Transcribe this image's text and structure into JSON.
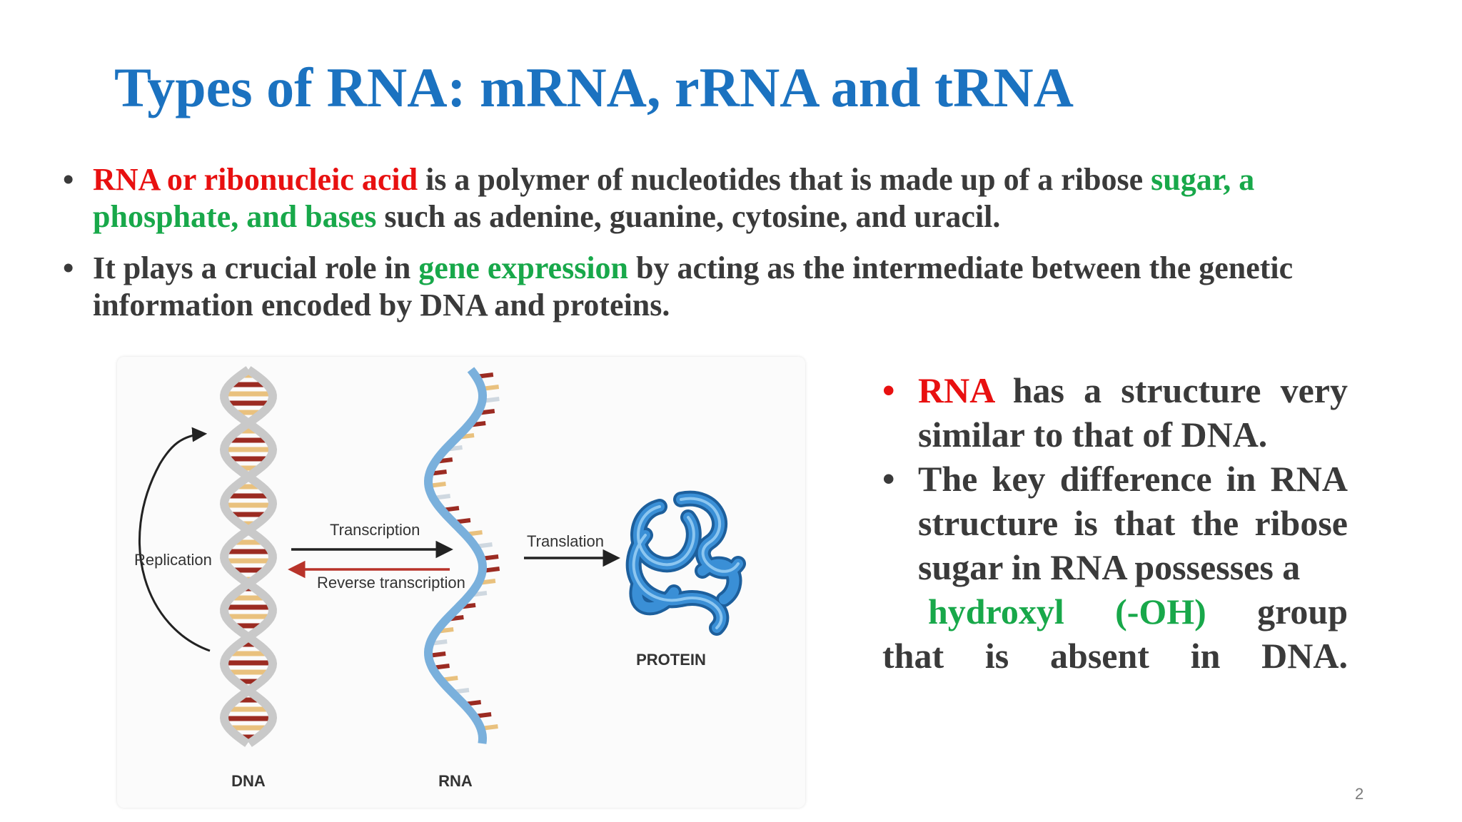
{
  "title": "Types of RNA: mRNA, rRNA and tRNA",
  "bullets": [
    {
      "red": "RNA or ribonucleic acid",
      "part1": " is a polymer of nucleotides that is made up of a ribose ",
      "green": "sugar, a phosphate, and bases",
      "part2": " such as adenine, guanine, cytosine, and uracil."
    },
    {
      "part1": " It plays a crucial role in ",
      "green": "gene expression",
      "part2": " by acting as the intermediate between the genetic information encoded by DNA and proteins."
    }
  ],
  "figure": {
    "labels": {
      "replication": "Replication",
      "transcription": "Transcription",
      "reverse_transcription": "Reverse transcription",
      "translation": "Translation",
      "protein": "PROTEIN",
      "dna": "DNA",
      "rna": "RNA"
    },
    "colors": {
      "backbone": "#c9c9c9",
      "rna_backbone": "#7ab0dc",
      "base_red": "#9b2b22",
      "base_yellow": "#e9c17e",
      "protein": "#2a7fc4",
      "arrow_red": "#b8332a"
    }
  },
  "right_bullets": {
    "b1_red": "RNA",
    "b1_rest": " has a structure very similar to that of DNA.",
    "b2_start": "The key difference in RNA structure is that the ribose sugar in RNA possesses a",
    "b2_green": "hydroxyl (-OH)",
    "b2_group": " group",
    "b2_tail": "that is absent in DNA."
  },
  "page_number": "2",
  "bullet_char": "•",
  "colors": {
    "title": "#1b72c0",
    "red": "#e81010",
    "green": "#18a84a",
    "text": "#3a3a3a"
  }
}
